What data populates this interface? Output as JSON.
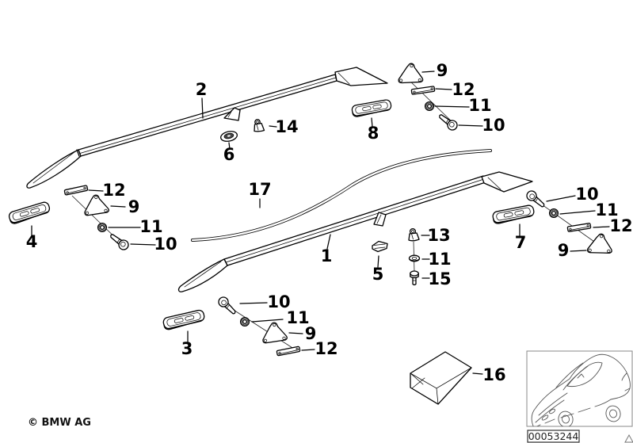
{
  "diagram": {
    "copyright": "© BMW AG",
    "plate_number": "00053244"
  },
  "callouts": {
    "rail_upper": "2",
    "rail_lower": "1",
    "trim_strip": "17",
    "pad_top": "8",
    "pad_left": "4",
    "pad_bottom": "3",
    "pad_right": "7",
    "grommet_6": "6",
    "clip_14": "14",
    "clip_13": "13",
    "wedge_5": "5",
    "screw_15": "15",
    "washer_mid": "11",
    "carton_16": "16",
    "tr_bracket": "9",
    "tr_strip": "12",
    "tr_washer": "11",
    "tr_bolt": "10",
    "left_strip": "12",
    "left_bracket": "9",
    "left_washer": "11",
    "left_bolt": "10",
    "bottom_bolt": "10",
    "bottom_washer": "11",
    "bottom_bracket": "9",
    "bottom_strip": "12",
    "right_bolt": "10",
    "right_washer": "11",
    "right_strip": "12",
    "right_bracket": "9"
  }
}
